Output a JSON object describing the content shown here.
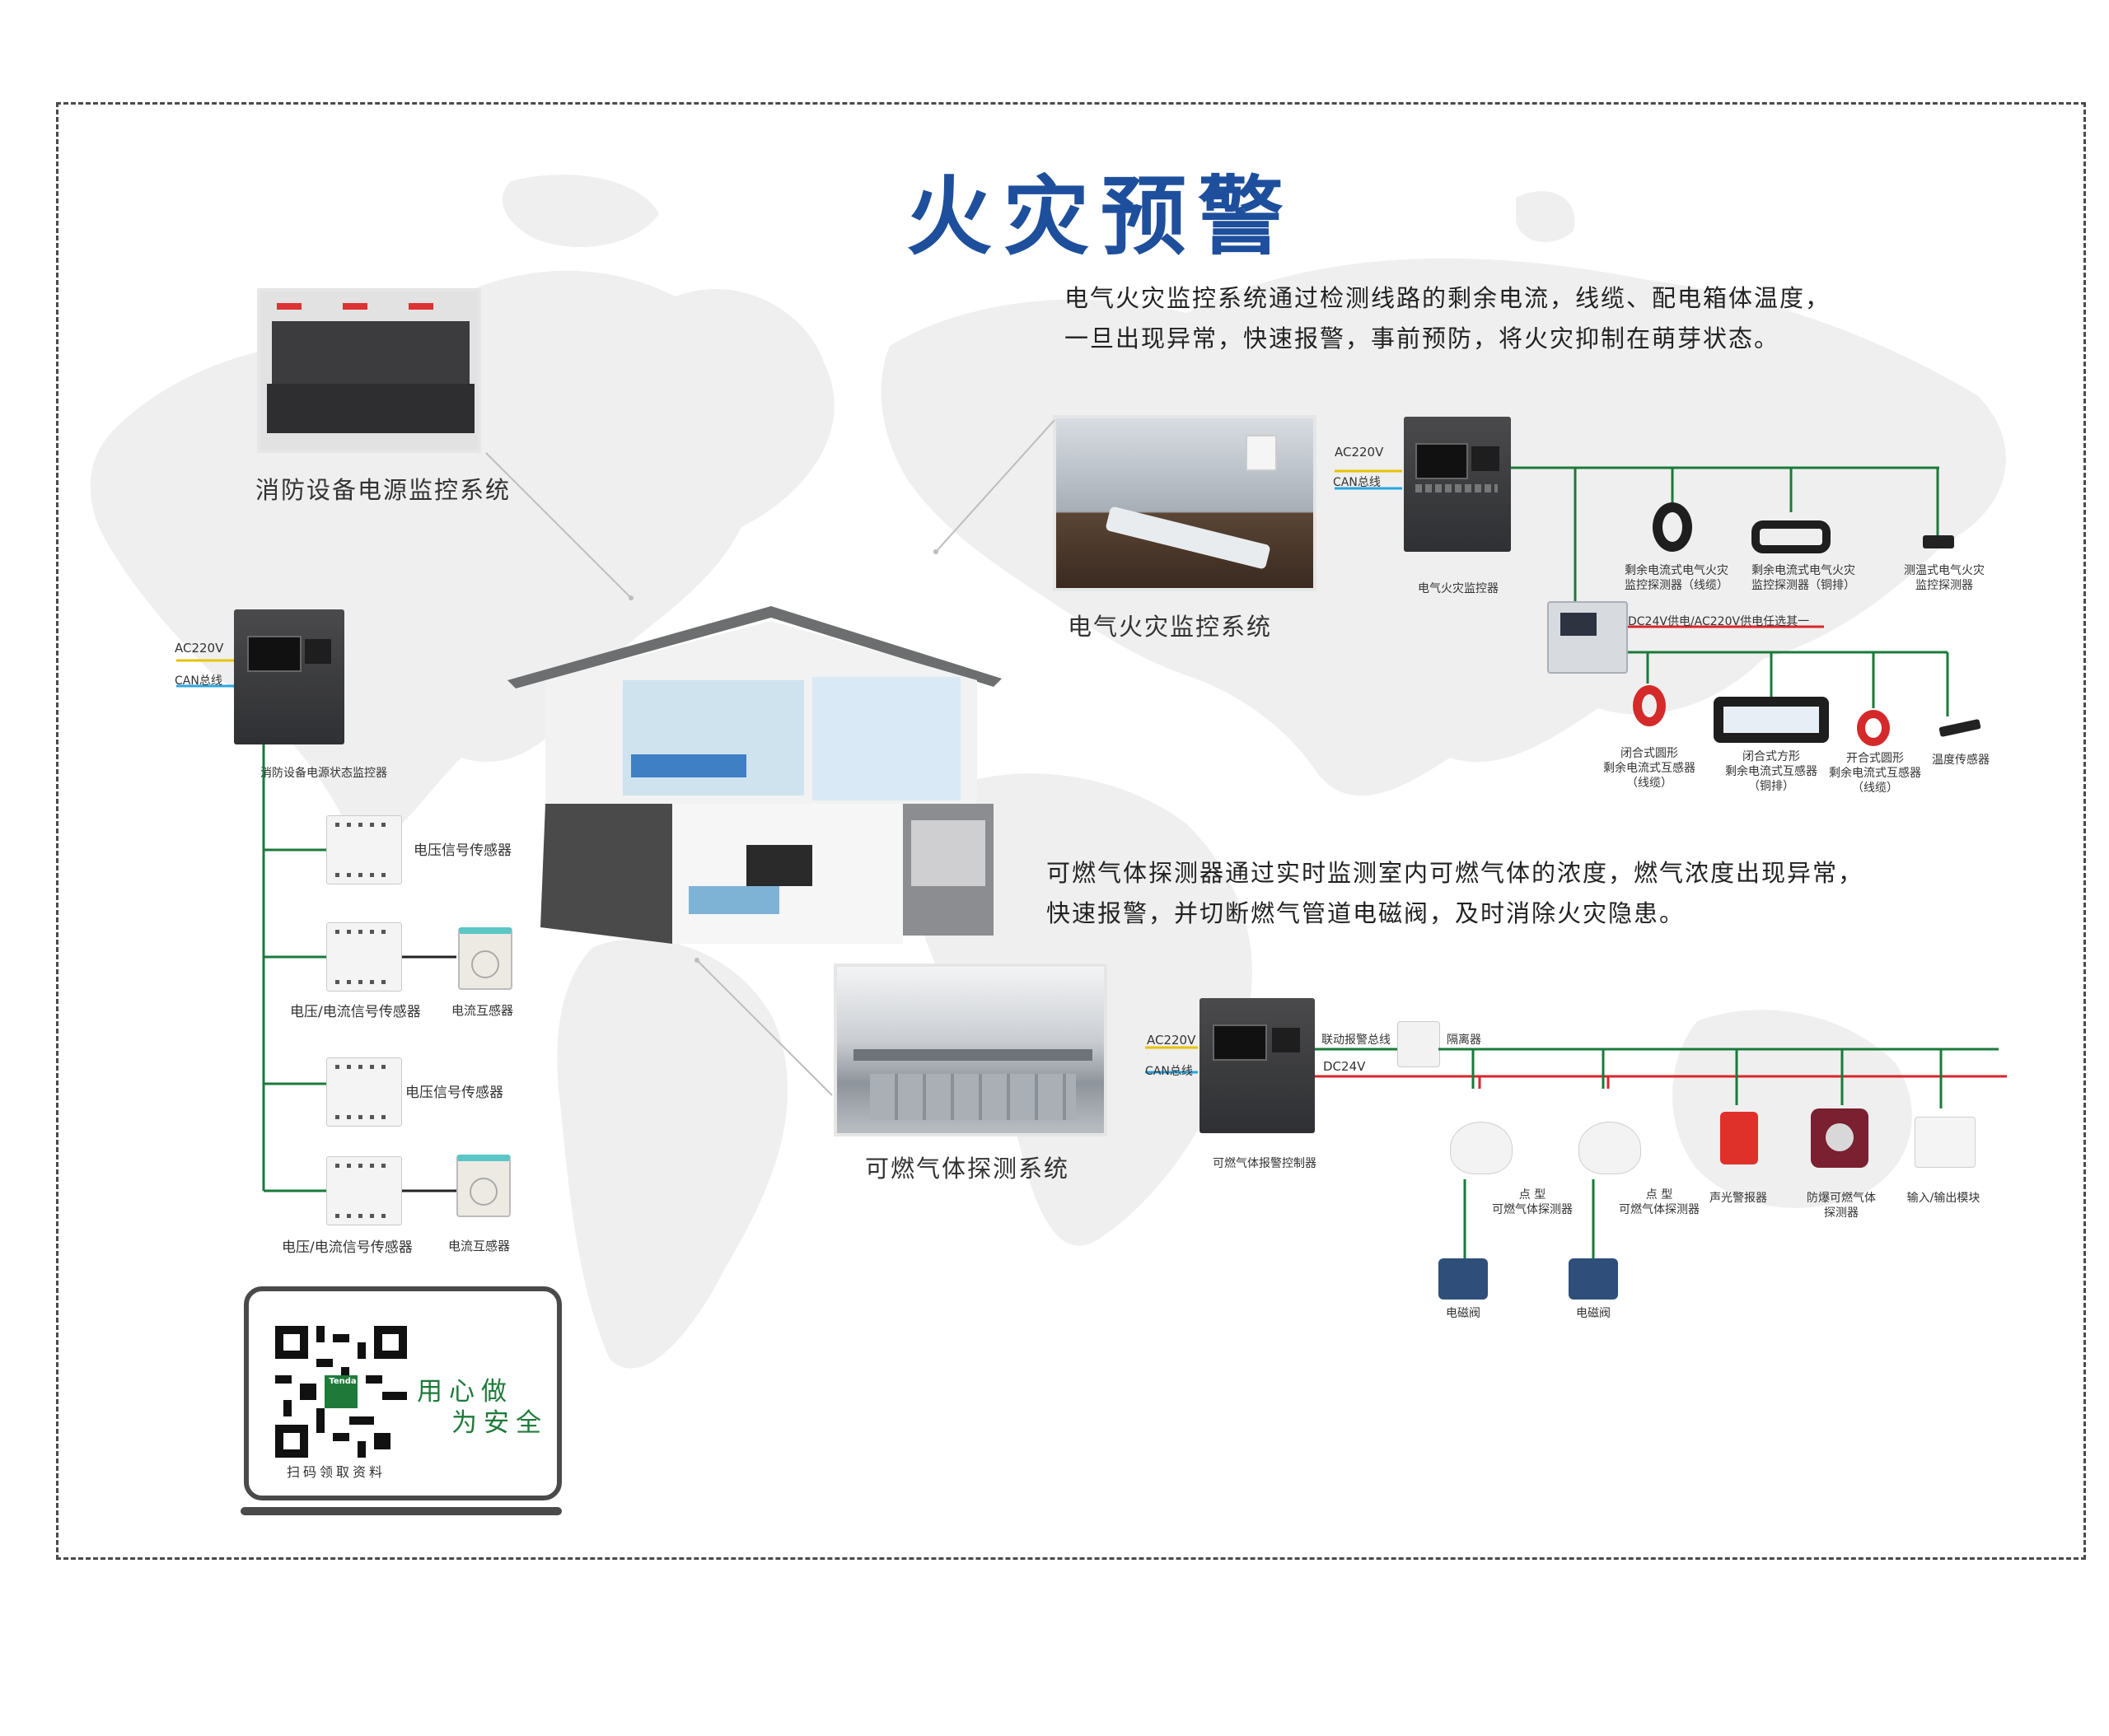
{
  "title": "火灾预警",
  "colors": {
    "title_blue": "#1e4f9c",
    "bus_green": "#1a7a3a",
    "power_red": "#d9262b",
    "ac_yellow": "#e6c200",
    "can_blue": "#2aa5e0",
    "slogan_green": "#1f7a3a"
  },
  "electrical": {
    "description": [
      "电气火灾监控系统通过检测线路的剩余电流，线缆、配电箱体温度，",
      "一旦出现异常，快速报警，事前预防，将火灾抑制在萌芽状态。"
    ],
    "system_title": "电气火灾监控系统",
    "ac_label": "AC220V",
    "can_label": "CAN总线",
    "controller_label": "电气火灾监控器",
    "power_note": "DC24V供电/AC220V供电任选其一",
    "top_devices": [
      {
        "label": "剩余电流式电气火灾\n监控探测器（线缆）",
        "icon": "ring-ct-icon"
      },
      {
        "label": "剩余电流式电气火灾\n监控探测器（铜排）",
        "icon": "rect-ct-icon"
      },
      {
        "label": "测温式电气火灾\n监控探测器",
        "icon": "temp-detector-icon"
      }
    ],
    "bottom_devices": [
      {
        "label": "闭合式圆形\n剩余电流式互感器\n（线缆）",
        "icon": "red-ring-ct-icon"
      },
      {
        "label": "闭合式方形\n剩余电流式互感器\n（铜排）",
        "icon": "square-ct-icon"
      },
      {
        "label": "开合式圆形\n剩余电流式互感器\n（线缆）",
        "icon": "split-ring-ct-icon"
      },
      {
        "label": "温度传感器",
        "icon": "temp-sensor-icon"
      }
    ]
  },
  "power_monitor": {
    "system_title": "消防设备电源监控系统",
    "ac_label": "AC220V",
    "can_label": "CAN总线",
    "controller_label": "消防设备电源状态监控器",
    "branches": [
      {
        "sensor": "电压信号传感器",
        "ct": ""
      },
      {
        "sensor": "电压/电流信号传感器",
        "ct": "电流互感器"
      },
      {
        "sensor": "电压信号传感器",
        "ct": ""
      },
      {
        "sensor": "电压/电流信号传感器",
        "ct": "电流互感器"
      }
    ]
  },
  "gas": {
    "description": [
      "可燃气体探测器通过实时监测室内可燃气体的浓度，燃气浓度出现异常，",
      "快速报警，并切断燃气管道电磁阀，及时消除火灾隐患。"
    ],
    "system_title": "可燃气体探测系统",
    "ac_label": "AC220V",
    "can_label": "CAN总线",
    "linkage_label": "联动报警总线",
    "isolator_label": "隔离器",
    "dc_label": "DC24V",
    "controller_label": "可燃气体报警控制器",
    "devices": [
      {
        "label": "点  型\n可燃气体探测器",
        "icon": "point-gas-detector-icon"
      },
      {
        "label": "点  型\n可燃气体探测器",
        "icon": "point-gas-detector-icon"
      },
      {
        "label": "声光警报器",
        "icon": "strobe-alarm-icon"
      },
      {
        "label": "防爆可燃气体\n探测器",
        "icon": "explosion-proof-detector-icon"
      },
      {
        "label": "输入/输出模块",
        "icon": "io-module-icon"
      }
    ],
    "valve_label": "电磁阀"
  },
  "qr": {
    "slogan_line1": "用心做",
    "slogan_line2": "为安全",
    "caption": "扫码领取资料",
    "logo_text": "Tenda"
  }
}
